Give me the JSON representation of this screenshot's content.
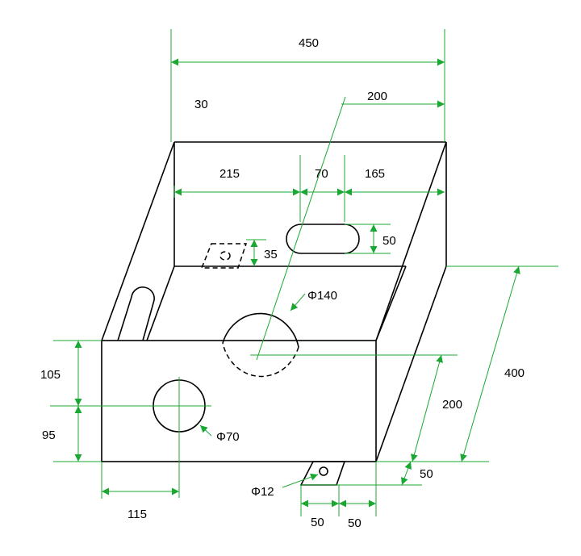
{
  "colors": {
    "object_line": "#000000",
    "dimension_line": "#1aa832",
    "background": "#ffffff"
  },
  "dimensions": {
    "overall_width": "450",
    "offset_30": "30",
    "offset_200_top": "200",
    "top_215": "215",
    "slot_70": "70",
    "top_165": "165",
    "slot_height_50": "50",
    "rect_35": "35",
    "hole_phi140": "Φ140",
    "depth_400": "400",
    "height_105": "105",
    "height_95": "95",
    "hole_phi70": "Φ70",
    "side_200": "200",
    "tab_50_side": "50",
    "hole_phi12": "Φ12",
    "bottom_115": "115",
    "tab_50_a": "50",
    "tab_50_b": "50"
  }
}
